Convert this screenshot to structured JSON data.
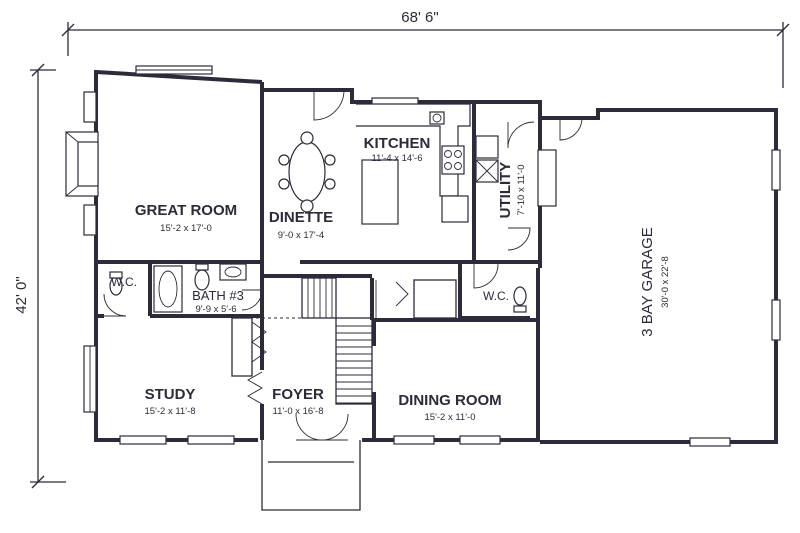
{
  "overall": {
    "width_label": "68' 6\"",
    "depth_label": "42' 0\""
  },
  "rooms": {
    "great_room": {
      "name": "GREAT ROOM",
      "size": "15'-2 x 17'-0"
    },
    "dinette": {
      "name": "DINETTE",
      "size": "9'-0 x 17'-4"
    },
    "kitchen": {
      "name": "KITCHEN",
      "size": "11'-4 x 14'-6"
    },
    "utility": {
      "name": "UTILITY",
      "size": "7'-10 x 11'-0"
    },
    "garage": {
      "name": "3 BAY GARAGE",
      "size": "30'-0 x 22'-8"
    },
    "wc_left": {
      "name": "W.C."
    },
    "bath3": {
      "name": "BATH #3",
      "size": "9'-9 x 5'-6"
    },
    "wc_right": {
      "name": "W.C."
    },
    "study": {
      "name": "STUDY",
      "size": "15'-2 x 11'-8"
    },
    "foyer": {
      "name": "FOYER",
      "size": "11'-0 x 16'-8"
    },
    "dining": {
      "name": "DINING ROOM",
      "size": "15'-2 x 11'-0"
    }
  }
}
